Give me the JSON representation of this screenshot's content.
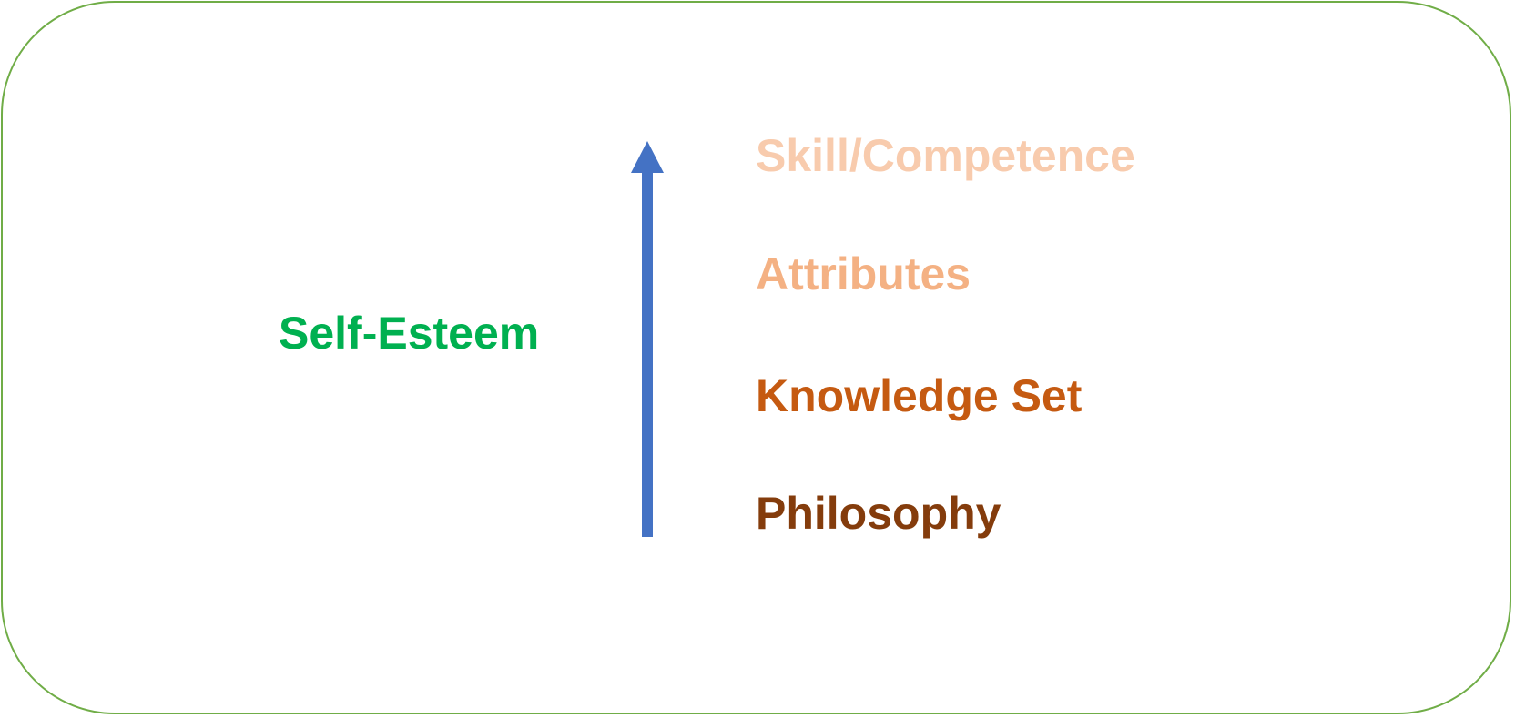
{
  "colors": {
    "border": "#70AD47",
    "arrow": "#4472C4",
    "self_esteem": "#00B050",
    "skill": "#F8CBAD",
    "attributes": "#F4B183",
    "knowledge": "#C55A11",
    "philosophy": "#843C0C"
  },
  "left_label": "Self-Esteem",
  "levels": [
    {
      "label": "Skill/Competence"
    },
    {
      "label": "Attributes"
    },
    {
      "label": "Knowledge Set"
    },
    {
      "label": "Philosophy"
    }
  ]
}
